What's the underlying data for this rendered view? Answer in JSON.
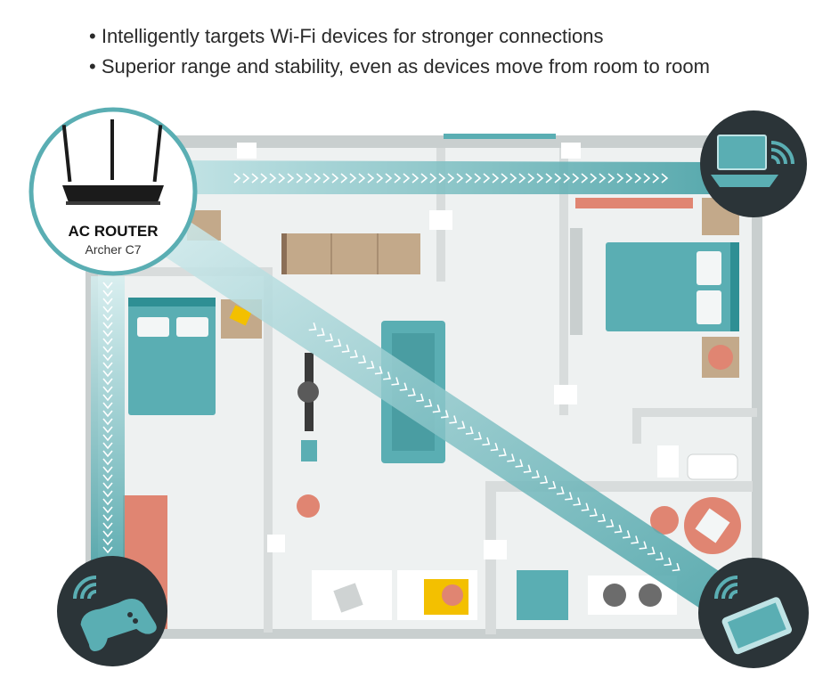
{
  "bullets": [
    "Intelligently targets Wi-Fi devices for stronger connections",
    "Superior range and stability, even as devices move from room to room"
  ],
  "router": {
    "title": "AC ROUTER",
    "model": "Archer C7"
  },
  "devices": {
    "top_right": "laptop-icon",
    "bottom_left": "gamepad-icon",
    "bottom_right": "tablet-icon"
  },
  "colors": {
    "teal_dark": "#2f8f94",
    "teal": "#5aaeb3",
    "teal_light": "#bfe3e5",
    "wall": "#d8dcdc",
    "floor": "#eef1f1",
    "coral": "#e08572",
    "wood": "#c3a98a",
    "badge": "#2b3438"
  }
}
